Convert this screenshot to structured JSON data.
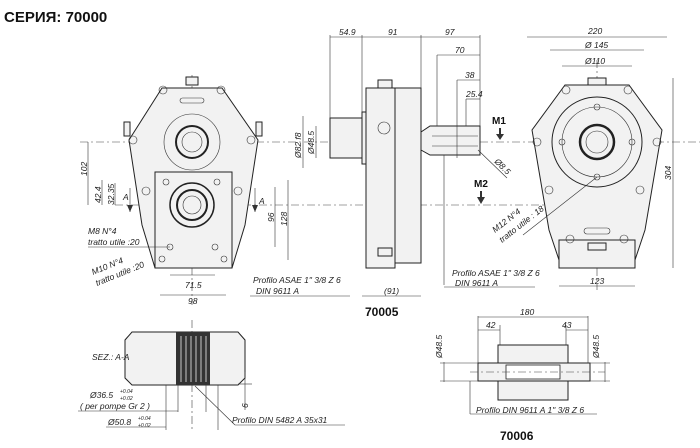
{
  "title": "СЕРИЯ: 70000",
  "front_view": {
    "dims": {
      "h102": "102",
      "h42_4": "42.4",
      "h32_35": "32.35",
      "h96": "96",
      "h128": "128",
      "w71_5": "71.5",
      "w98": "98"
    },
    "section_mark": "A",
    "note_m8": [
      "M8 N°4",
      "tratto utile :20"
    ],
    "note_m10": [
      "M10 N°4",
      "tratto utile :20"
    ],
    "profile": [
      "Profilo ASAE 1\" 3/8 Z 6",
      "DIN 9611 A"
    ]
  },
  "side_view": {
    "dims": {
      "d54_9": "54.9",
      "d91": "91",
      "d97": "97",
      "d70": "70",
      "d38": "38",
      "d25_4": "25.4",
      "d91p": "(91)",
      "dia82": "Ø82 f8",
      "dia48_5": "Ø48.5",
      "dia8_5": "Ø8.5"
    },
    "m1": "M1",
    "m2": "M2",
    "profile": [
      "Profilo ASAE 1\" 3/8 Z 6",
      "DIN 9611 A"
    ],
    "model": "70005"
  },
  "rear_view": {
    "dims": {
      "w220": "220",
      "dia145": "Ø 145",
      "dia110": "Ø110",
      "h304": "304",
      "w123": "123"
    },
    "note_m12": [
      "M12 N°4",
      "tratto utile : 18"
    ]
  },
  "section": {
    "label": "SEZ.: A-A",
    "dia36_5": "Ø36.5",
    "tol_upper": "+0.04",
    "tol_lower": "+0.02",
    "pump_note": "( per pompe Gr 2 )",
    "dia50_8": "Ø50.8",
    "dim6": "6",
    "profile": "Profilo DIN 5482 A  35x31"
  },
  "model_70006": {
    "dims": {
      "w180": "180",
      "w42": "42",
      "w43": "43",
      "dia_left": "Ø48.5",
      "dia_right": "Ø48.5"
    },
    "profile": "Profilo DIN 9611 A  1\" 3/8 Z 6",
    "model": "70006"
  }
}
